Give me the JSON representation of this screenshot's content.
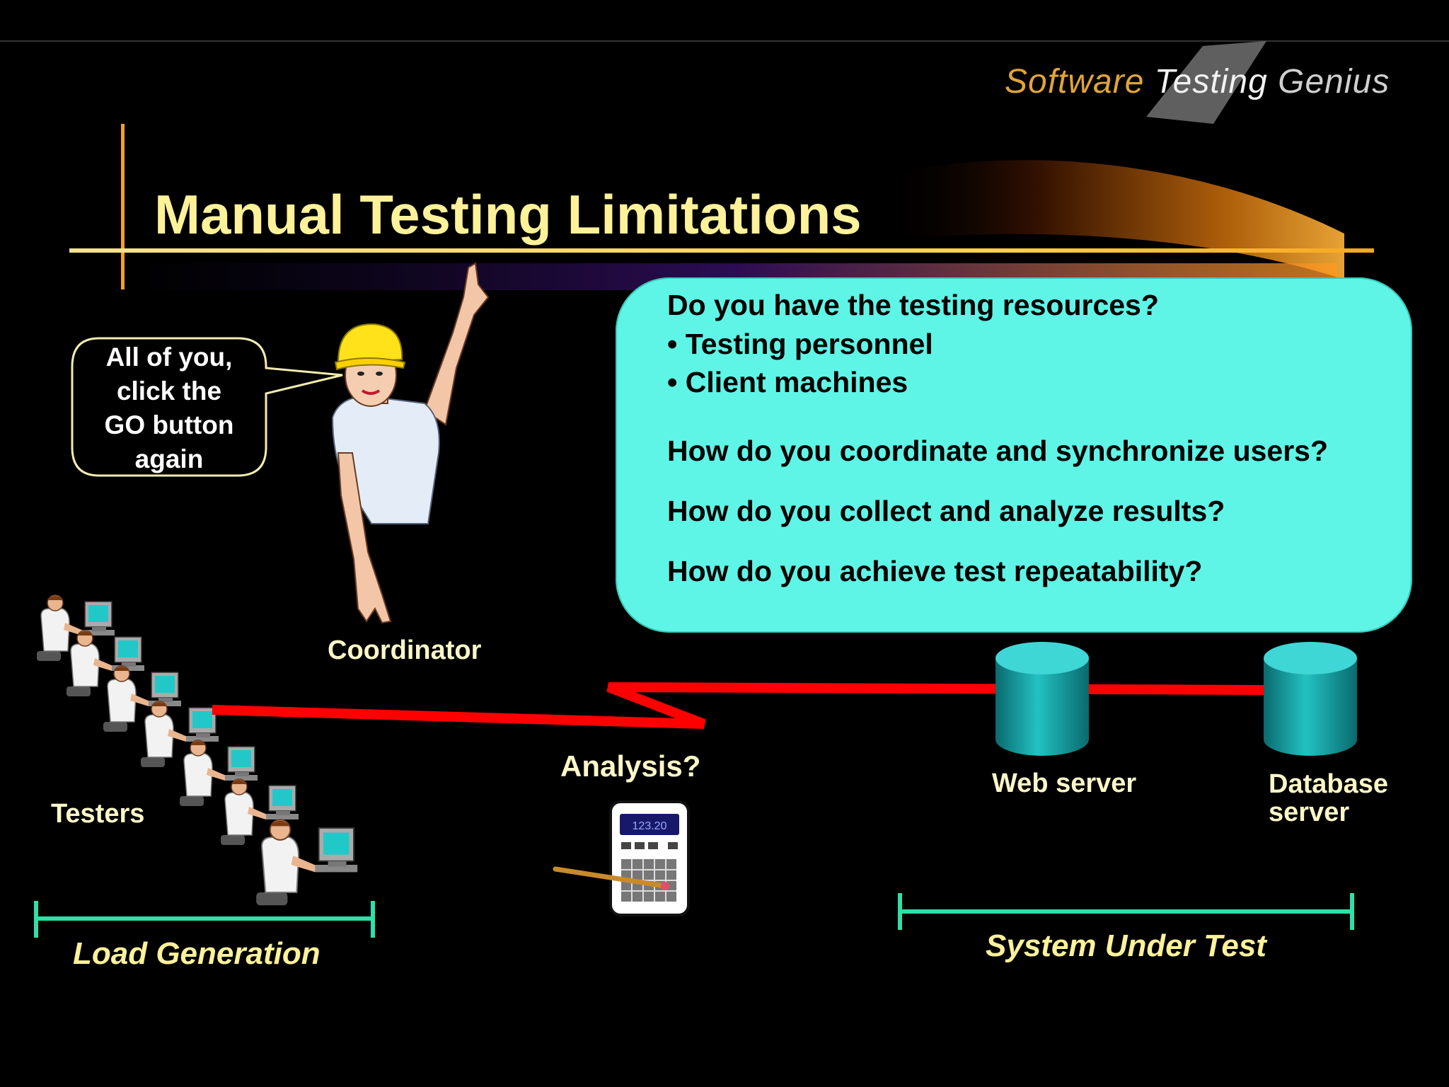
{
  "brand": {
    "word1": "Software",
    "word2": "Testing",
    "word3": "Genius"
  },
  "slide": {
    "title": "Manual Testing Limitations"
  },
  "questions": {
    "q1": "Do you have the testing resources?",
    "b1": "Testing personnel",
    "b2": "Client machines",
    "q2": "How do you coordinate and synchronize users?",
    "q3": "How do you collect and analyze results?",
    "q4": "How do you achieve test repeatability?"
  },
  "speech": {
    "line1": "All of you,",
    "line2": "click the",
    "line3": "GO button",
    "line4": "again"
  },
  "labels": {
    "coordinator": "Coordinator",
    "testers": "Testers",
    "analysis": "Analysis?",
    "calculator_display": "123.20",
    "web_server": "Web server",
    "database_server_line1": "Database",
    "database_server_line2": "server",
    "load_generation": "Load Generation",
    "system_under_test": "System Under Test"
  },
  "colors": {
    "title": "#fdf19a",
    "question_box": "#5ef5e6",
    "network_line": "#ff0000",
    "bracket": "#2fe0a8",
    "server": "#1fb5b5"
  },
  "icons": [
    "coordinator-figure",
    "tester-workstations",
    "calculator-icon",
    "web-server-cylinder-icon",
    "database-cylinder-icon"
  ]
}
